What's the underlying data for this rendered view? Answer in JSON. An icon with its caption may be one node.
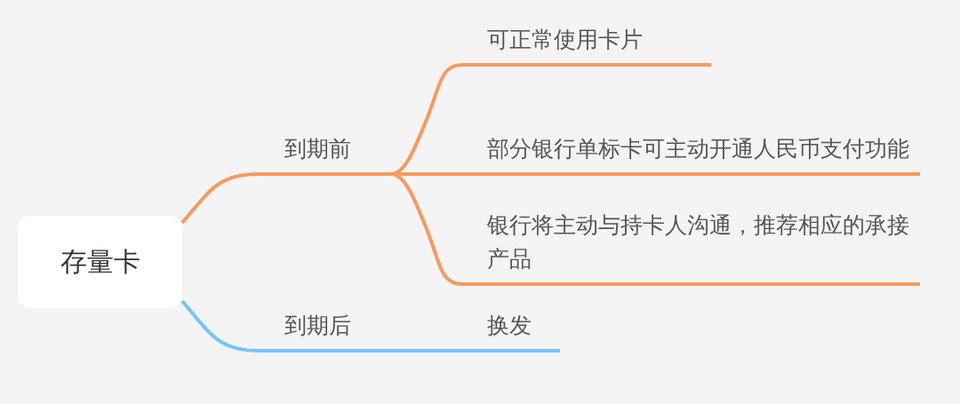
{
  "diagram": {
    "nodes": [
      {
        "text": [
          "存量卡"
        ]
      },
      {
        "text": [
          "到期前"
        ]
      },
      {
        "text": [
          "可正常使用卡片"
        ]
      },
      {
        "text": [
          "部分银行单标卡可主动开通人民币支付功能"
        ]
      },
      {
        "text": [
          "银行将主动与持卡人沟通，推荐相应的承接产品"
        ]
      },
      {
        "text": [
          "到期后"
        ]
      },
      {
        "text": [
          "换发"
        ]
      }
    ],
    "edges": [
      {
        "from": 0,
        "to": 1,
        "arrow": "none"
      },
      {
        "from": 1,
        "to": 2,
        "arrow": "none"
      },
      {
        "from": 1,
        "to": 3,
        "arrow": "none"
      },
      {
        "from": 1,
        "to": 4,
        "arrow": "none"
      },
      {
        "from": 0,
        "to": 5,
        "arrow": "none",
        "color": "#74c4f8"
      },
      {
        "from": 5,
        "to": 6,
        "arrow": "none",
        "color": "#74c4f8"
      }
    ]
  }
}
